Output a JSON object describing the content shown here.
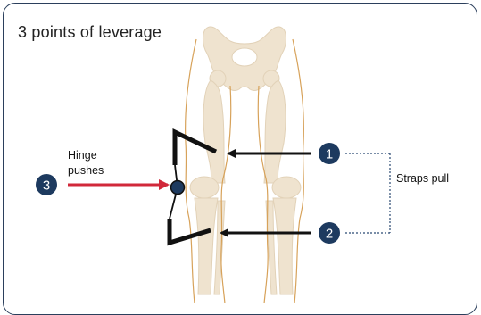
{
  "title": "3 points of leverage",
  "labels": {
    "hinge_line1": "Hinge",
    "hinge_line2": "pushes",
    "straps": "Straps pull"
  },
  "points": {
    "p1": "1",
    "p2": "2",
    "p3": "3"
  },
  "colors": {
    "navy": "#1d3a5f",
    "red": "#d1283a",
    "bone": "#efe3cf",
    "bone_stroke": "#e2d2b8",
    "skin": "#d7a25a"
  }
}
